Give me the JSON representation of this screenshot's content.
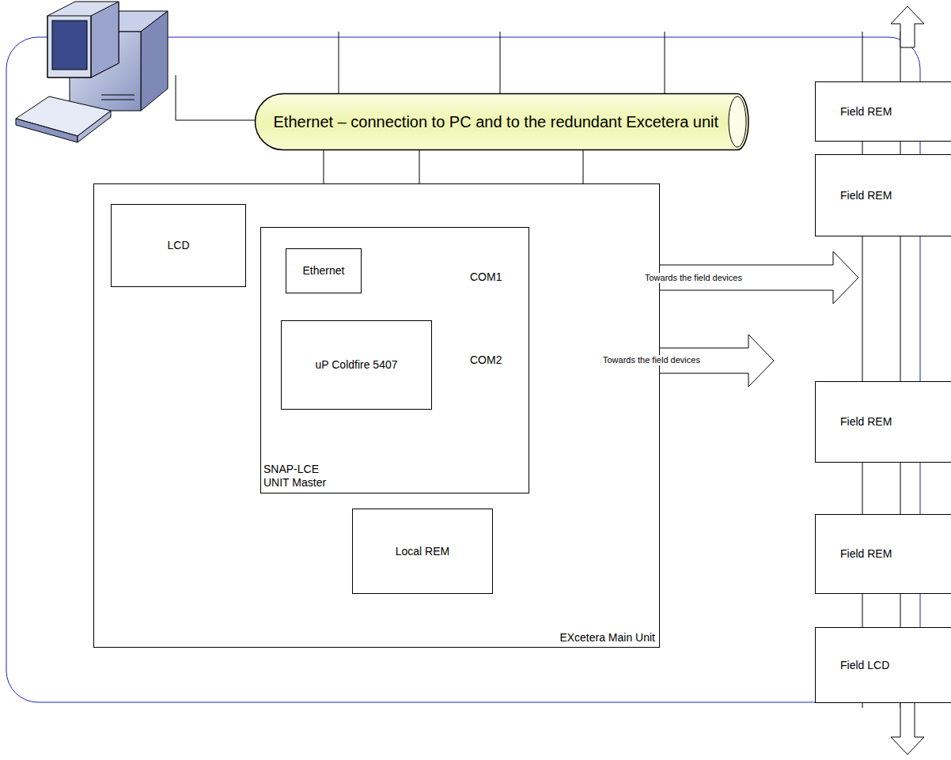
{
  "diagram": {
    "nodes": [
      {
        "text": [
          "Ethernet – connection to PC and to the redundant Excetera unit"
        ]
      },
      {
        "text": [
          "Field REM"
        ]
      },
      {
        "text": [
          "Field REM"
        ]
      },
      {
        "text": [
          "EXcetera Main Unit"
        ]
      },
      {
        "text": [
          "LCD"
        ],
        "in": 3
      },
      {
        "text": [
          "SNAP-LCE UNIT Master"
        ],
        "in": 3
      },
      {
        "text": [
          "Ethernet"
        ],
        "in": 5
      },
      {
        "text": [
          "uP Coldfire 5407"
        ],
        "in": 5
      },
      {
        "text": [
          "Local REM"
        ],
        "in": 3
      },
      {
        "text": [
          "Field REM"
        ]
      },
      {
        "text": [
          "Field REM"
        ]
      },
      {
        "text": [
          "Field LCD"
        ]
      }
    ],
    "edges": [
      {
        "from": 0,
        "to": 6,
        "arrow": "none"
      },
      {
        "from": 4,
        "to": 8,
        "arrow": "both"
      }
    ],
    "labels": [
      "COM1",
      "COM2",
      "Towards the field devices",
      "Towards the field devices"
    ]
  }
}
